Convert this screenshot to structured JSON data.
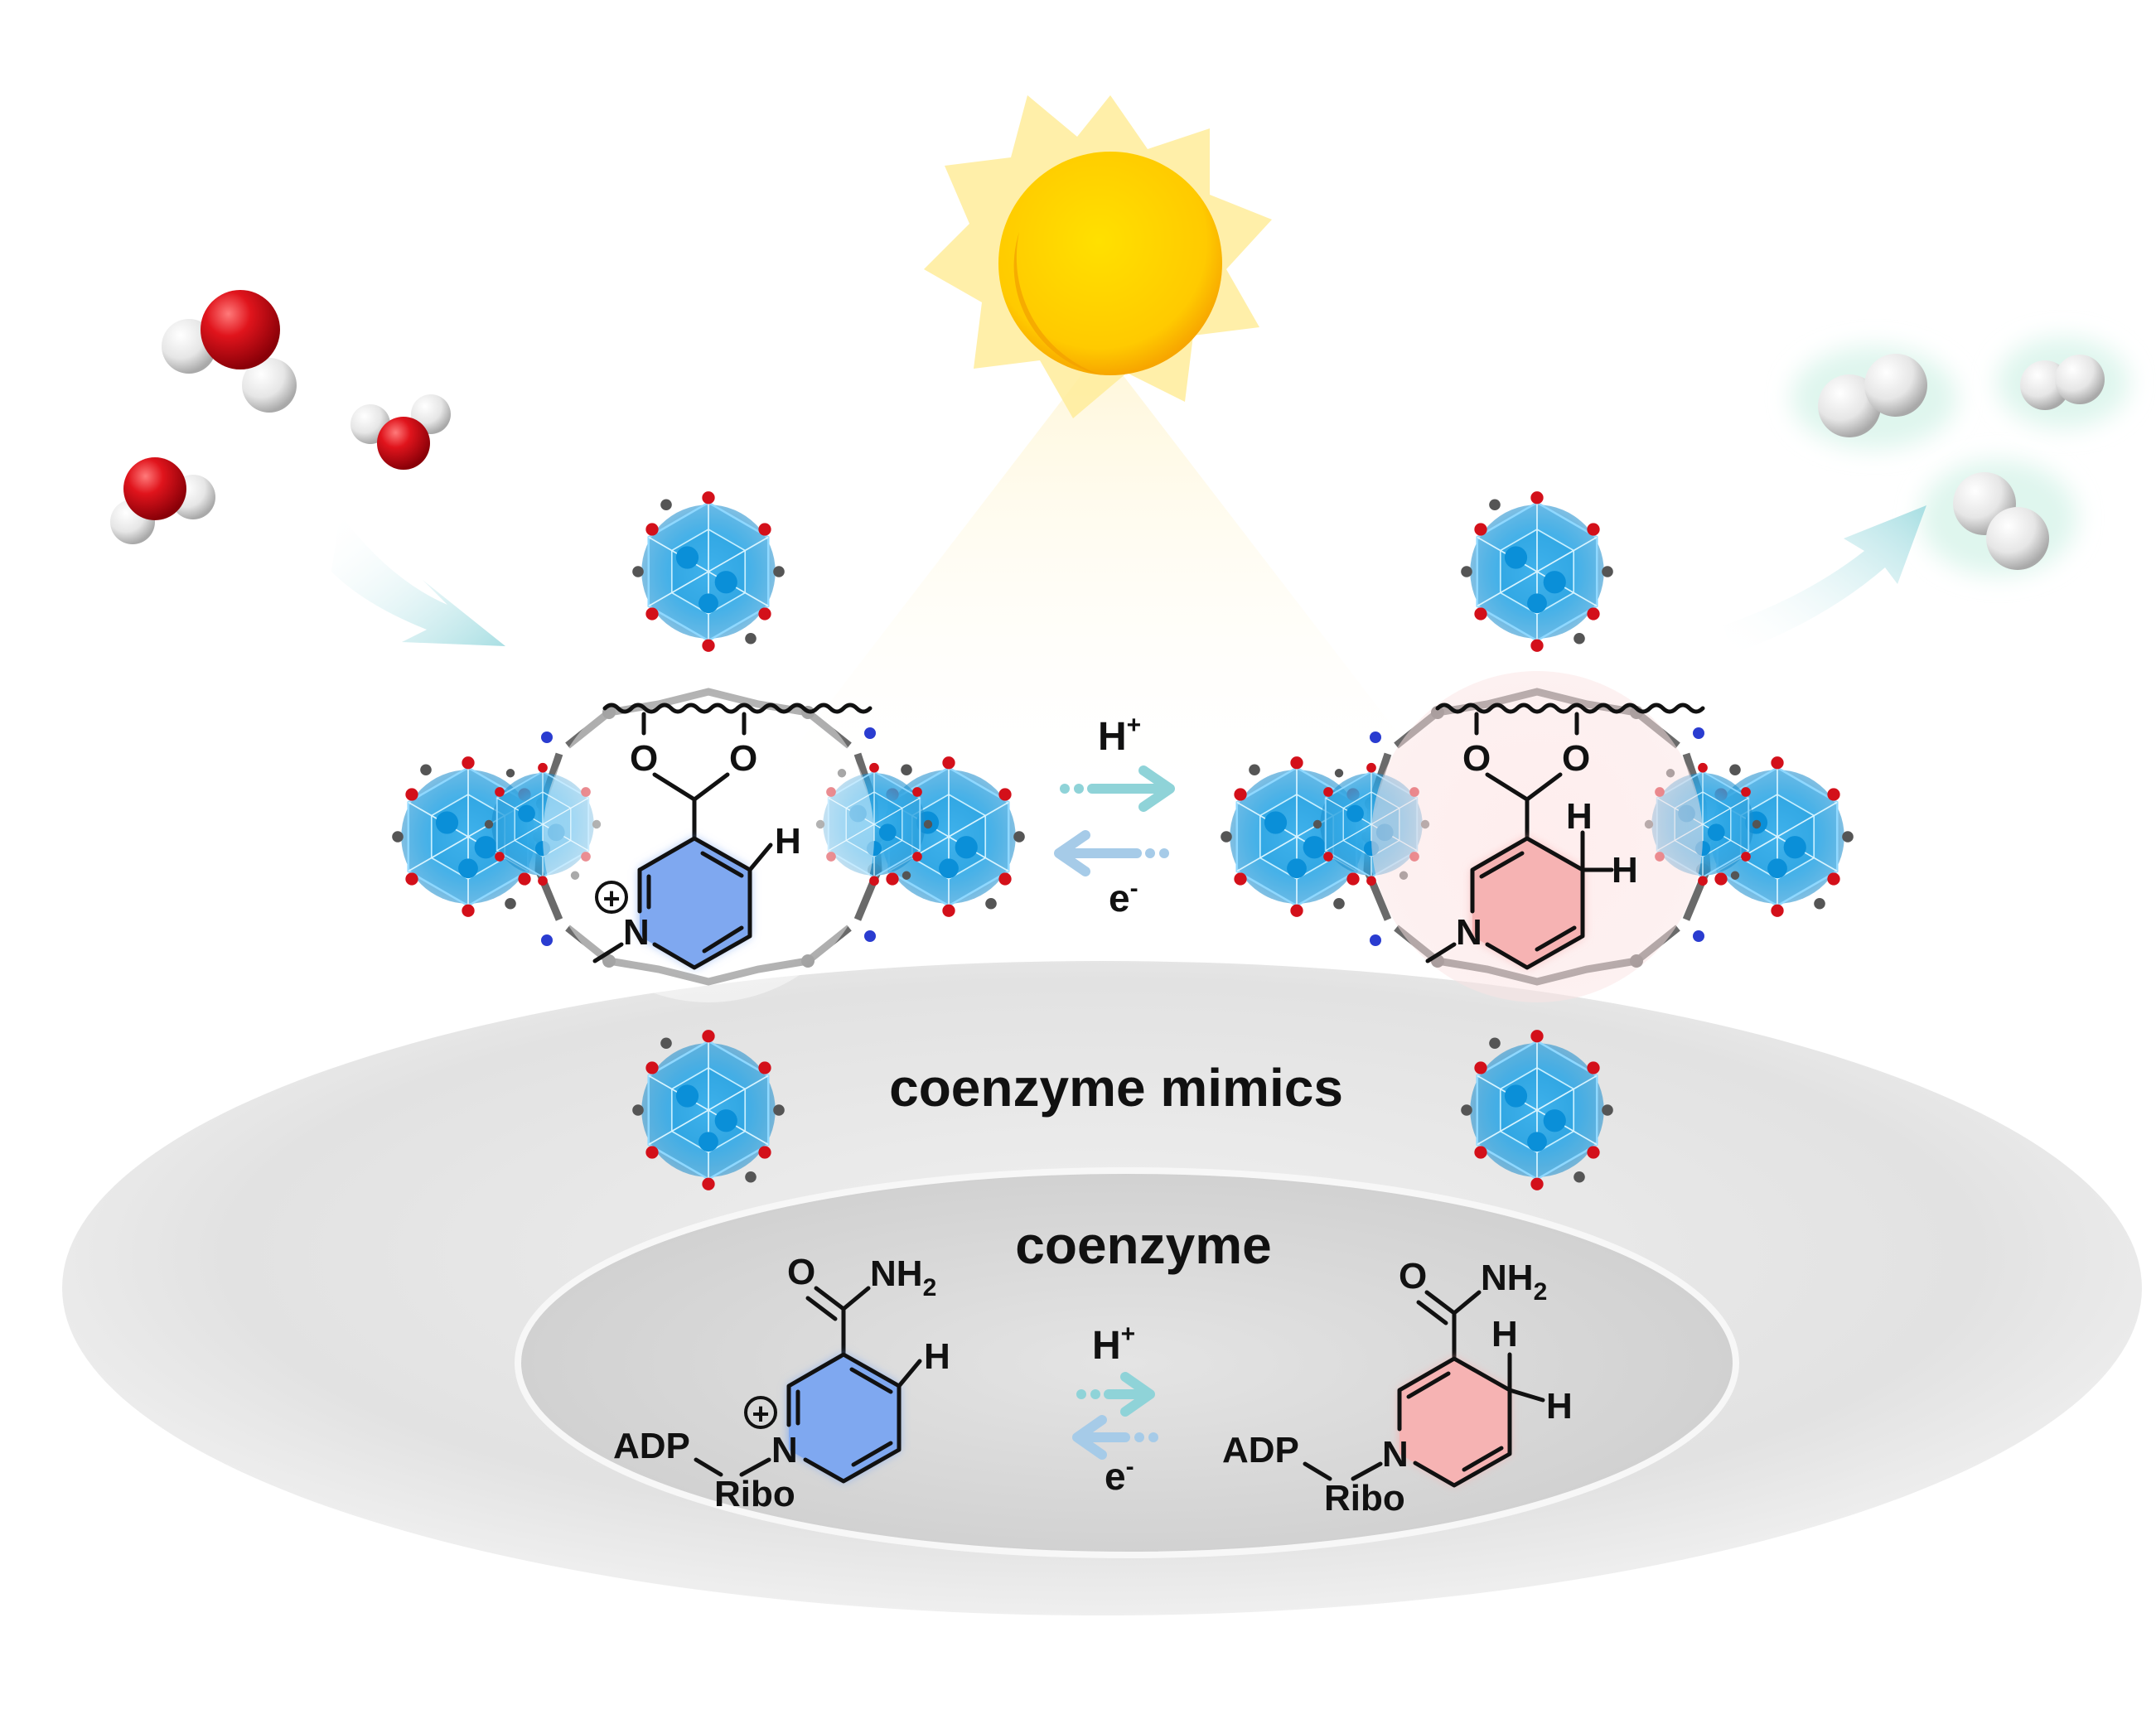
{
  "labels": {
    "coenzyme_mimics": "coenzyme mimics",
    "coenzyme": "coenzyme",
    "proton": "H",
    "proton_sup": "+",
    "electron": "e",
    "electron_sup": "-"
  },
  "atoms": {
    "nitrogen": "N",
    "hydrogen": "H",
    "oxygen": "O",
    "plus": "+",
    "amide_o": "O",
    "amide_nh": "NH",
    "amide_sub": "2",
    "adp": "ADP",
    "ribo": "Ribo"
  },
  "colors": {
    "sun_core": "#FFD200",
    "sun_rays": "#FFE98A",
    "cluster_blue": "#2FA7E6",
    "oxidized_ring": "#7FA8F0",
    "reduced_ring": "#F6B3B3",
    "arrow_teal": "#8FD3D8",
    "oxygen_red": "#D3101A",
    "hydrogen_white": "#E9E9E9",
    "platform_gray": "#E6E6E6"
  },
  "icons": [
    "sun-icon",
    "water-molecule-icon",
    "hydrogen-molecule-icon",
    "mof-framework-icon",
    "flow-arrow-icon"
  ]
}
